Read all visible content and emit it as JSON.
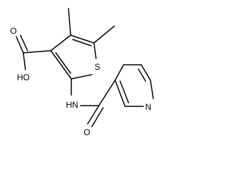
{
  "molecule": {
    "atom_labels": {
      "hydroxyl": "HO",
      "carbonyl_oxygen_acid": "O",
      "sulfur": "S",
      "amide_nitrogen": "HN",
      "carbonyl_oxygen_amide": "O",
      "pyridine_nitrogen": "N"
    },
    "colors": {
      "bond": "#000000",
      "label": "#000000",
      "background": "#ffffff"
    }
  }
}
